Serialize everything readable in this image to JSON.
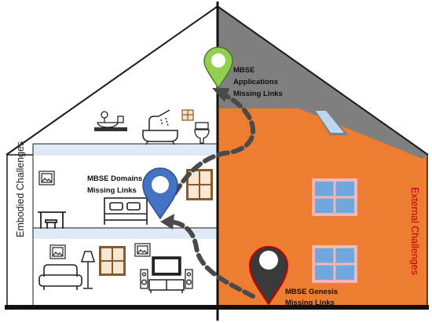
{
  "labels": {
    "applications": [
      "MBSE",
      "Applications",
      "Missing Links"
    ],
    "domains": [
      "MBSE Domains",
      "Missing Links"
    ],
    "genesis": [
      "MBSE Genesis",
      "Missing Links"
    ],
    "left_side": "Embodied Challenges",
    "right_side": "External Challenges"
  },
  "colors": {
    "orange_wall": "#ED7D31",
    "roof_gray": "#7F7F7F",
    "floor_blue": "#DEEBF7",
    "pin_green": "#92D050",
    "pin_blue": "#4472C4",
    "pin_dark": "#3A3A3A",
    "pin_dark_outline": "#C00000",
    "side_left_text": "#222222",
    "side_right_text": "#C00000"
  },
  "icons": [
    "map-pin-icon",
    "bathtub-icon",
    "toilet-icon",
    "sink-icon",
    "bed-icon",
    "table-icon",
    "sofa-icon",
    "floor-lamp-icon",
    "tv-icon",
    "speaker-icon",
    "picture-frame-icon",
    "window-icon",
    "skylight-icon"
  ]
}
